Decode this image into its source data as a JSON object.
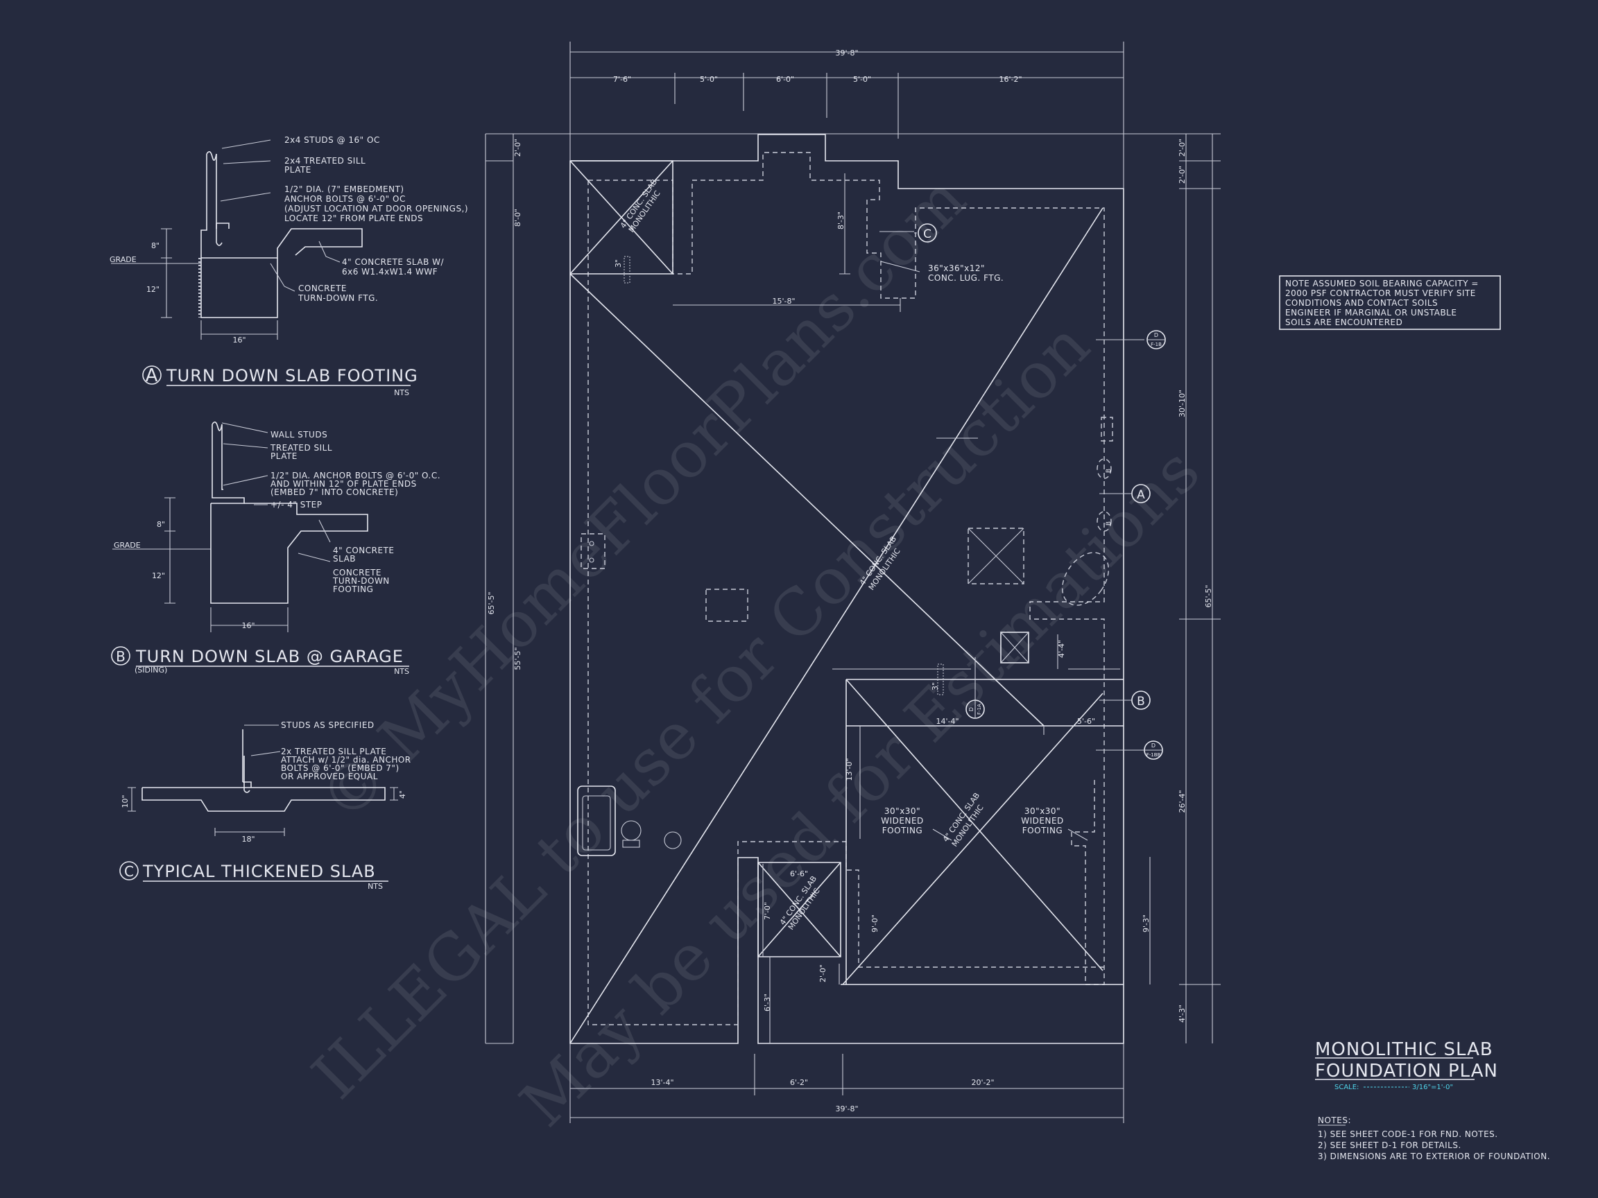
{
  "watermark": {
    "line1": "© MyHomeFloorPlans.com",
    "line2": "ILLEGAL to use for Construction",
    "line3": "May be used for Estimations"
  },
  "note_box": [
    "NOTE ASSUMED SOIL BEARING CAPACITY =",
    "2000 PSF CONTRACTOR MUST VERIFY SITE",
    "CONDITIONS AND CONTACT SOILS",
    "ENGINEER IF MARGINAL OR UNSTABLE",
    "SOILS ARE ENCOUNTERED"
  ],
  "title_block": {
    "line1": "MONOLITHIC SLAB",
    "line2": "FOUNDATION PLAN",
    "scale_label": "SCALE:",
    "scale_value": "3/16\"=1'-0\"",
    "notes_header": "NOTES:",
    "notes": [
      "1) SEE SHEET CODE-1 FOR FND. NOTES.",
      "2) SEE SHEET D-1 FOR DETAILS.",
      "3) DIMENSIONS ARE TO EXTERIOR OF FOUNDATION."
    ]
  },
  "details": {
    "a": {
      "letter": "A",
      "title": "TURN DOWN SLAB FOOTING",
      "nts": "NTS",
      "grade": "GRADE",
      "h1": "8\"",
      "h2": "12\"",
      "w": "16\"",
      "callouts": [
        "2x4 STUDS @ 16\" OC",
        "2x4 TREATED SILL",
        "PLATE",
        "1/2\" DIA. (7\" EMBEDMENT)",
        "ANCHOR BOLTS @ 6'-0\" OC",
        "(ADJUST LOCATION AT DOOR OPENINGS,)",
        "LOCATE 12\" FROM PLATE ENDS",
        "4\" CONCRETE SLAB W/",
        "6x6 W1.4xW1.4 WWF",
        "CONCRETE",
        "TURN-DOWN FTG."
      ]
    },
    "b": {
      "letter": "B",
      "title": "TURN DOWN SLAB @ GARAGE",
      "subtitle": "(SIDING)",
      "nts": "NTS",
      "grade": "GRADE",
      "h1": "8\"",
      "h2": "12\"",
      "w": "16\"",
      "callouts": [
        "WALL STUDS",
        "TREATED SILL",
        "PLATE",
        "1/2\" DIA. ANCHOR BOLTS @ 6'-0\" O.C.",
        "AND WITHIN 12\" OF PLATE ENDS",
        "(EMBED 7\" INTO CONCRETE)",
        "+/- 4\" STEP",
        "4\" CONCRETE",
        "SLAB",
        "CONCRETE",
        "TURN-DOWN",
        "FOOTING"
      ]
    },
    "c": {
      "letter": "C",
      "title": "TYPICAL THICKENED SLAB",
      "nts": "NTS",
      "h": "10\"",
      "t": "4\"",
      "w": "18\"",
      "callouts": [
        "STUDS AS SPECIFIED",
        "2x TREATED SILL PLATE",
        "ATTACH w/ 1/2\" dia. ANCHOR",
        "BOLTS @ 6'-0\" (EMBED 7\")",
        "OR APPROVED EQUAL"
      ]
    }
  },
  "plan": {
    "top_overall": "39'-8\"",
    "top_segments": [
      "7'-6\"",
      "5'-0\"",
      "6'-0\"",
      "5'-0\"",
      "16'-2\""
    ],
    "bottom_overall": "39'-8\"",
    "bottom_segments": [
      "13'-4\"",
      "6'-2\"",
      "20'-2\""
    ],
    "left_overall": "65'-5\"",
    "left_inner": [
      "2'-0\"",
      "8'-0\"",
      "55'-5\""
    ],
    "right_overall": "65'-5\"",
    "right_inner": [
      "2'-0\"",
      "2'-0\"",
      "30'-10\"",
      "26'-4\"",
      "4'-3\""
    ],
    "interior_dims": [
      "8'-3\"",
      "15'-8\"",
      "4'-4\"",
      "14'-4\"",
      "5'-6\"",
      "13'-0\"",
      "6'-6\"",
      "7'-0\"",
      "9'-0\"",
      "2'-0\"",
      "6'-3\"",
      "9'-3\"",
      "3\"",
      "3\""
    ],
    "footing_callout": [
      "36\"x36\"x12\"",
      "CONC. LUG. FTG."
    ],
    "widened_left": [
      "30\"x30\"",
      "WIDENED",
      "FOOTING"
    ],
    "widened_right": [
      "30\"x30\"",
      "WIDENED",
      "FOOTING"
    ],
    "conc_slab_label": [
      "4\" CONC. SLAB",
      "MONOLITHIC"
    ],
    "section_marks": [
      "A",
      "B",
      "C"
    ],
    "detail_tags": [
      {
        "top": "D",
        "bot": "F-1B"
      },
      {
        "top": "D",
        "bot": "F-1BB"
      },
      {
        "top": "D",
        "bot": "F-1A"
      }
    ],
    "plumb_tags": [
      "B",
      "B"
    ]
  }
}
